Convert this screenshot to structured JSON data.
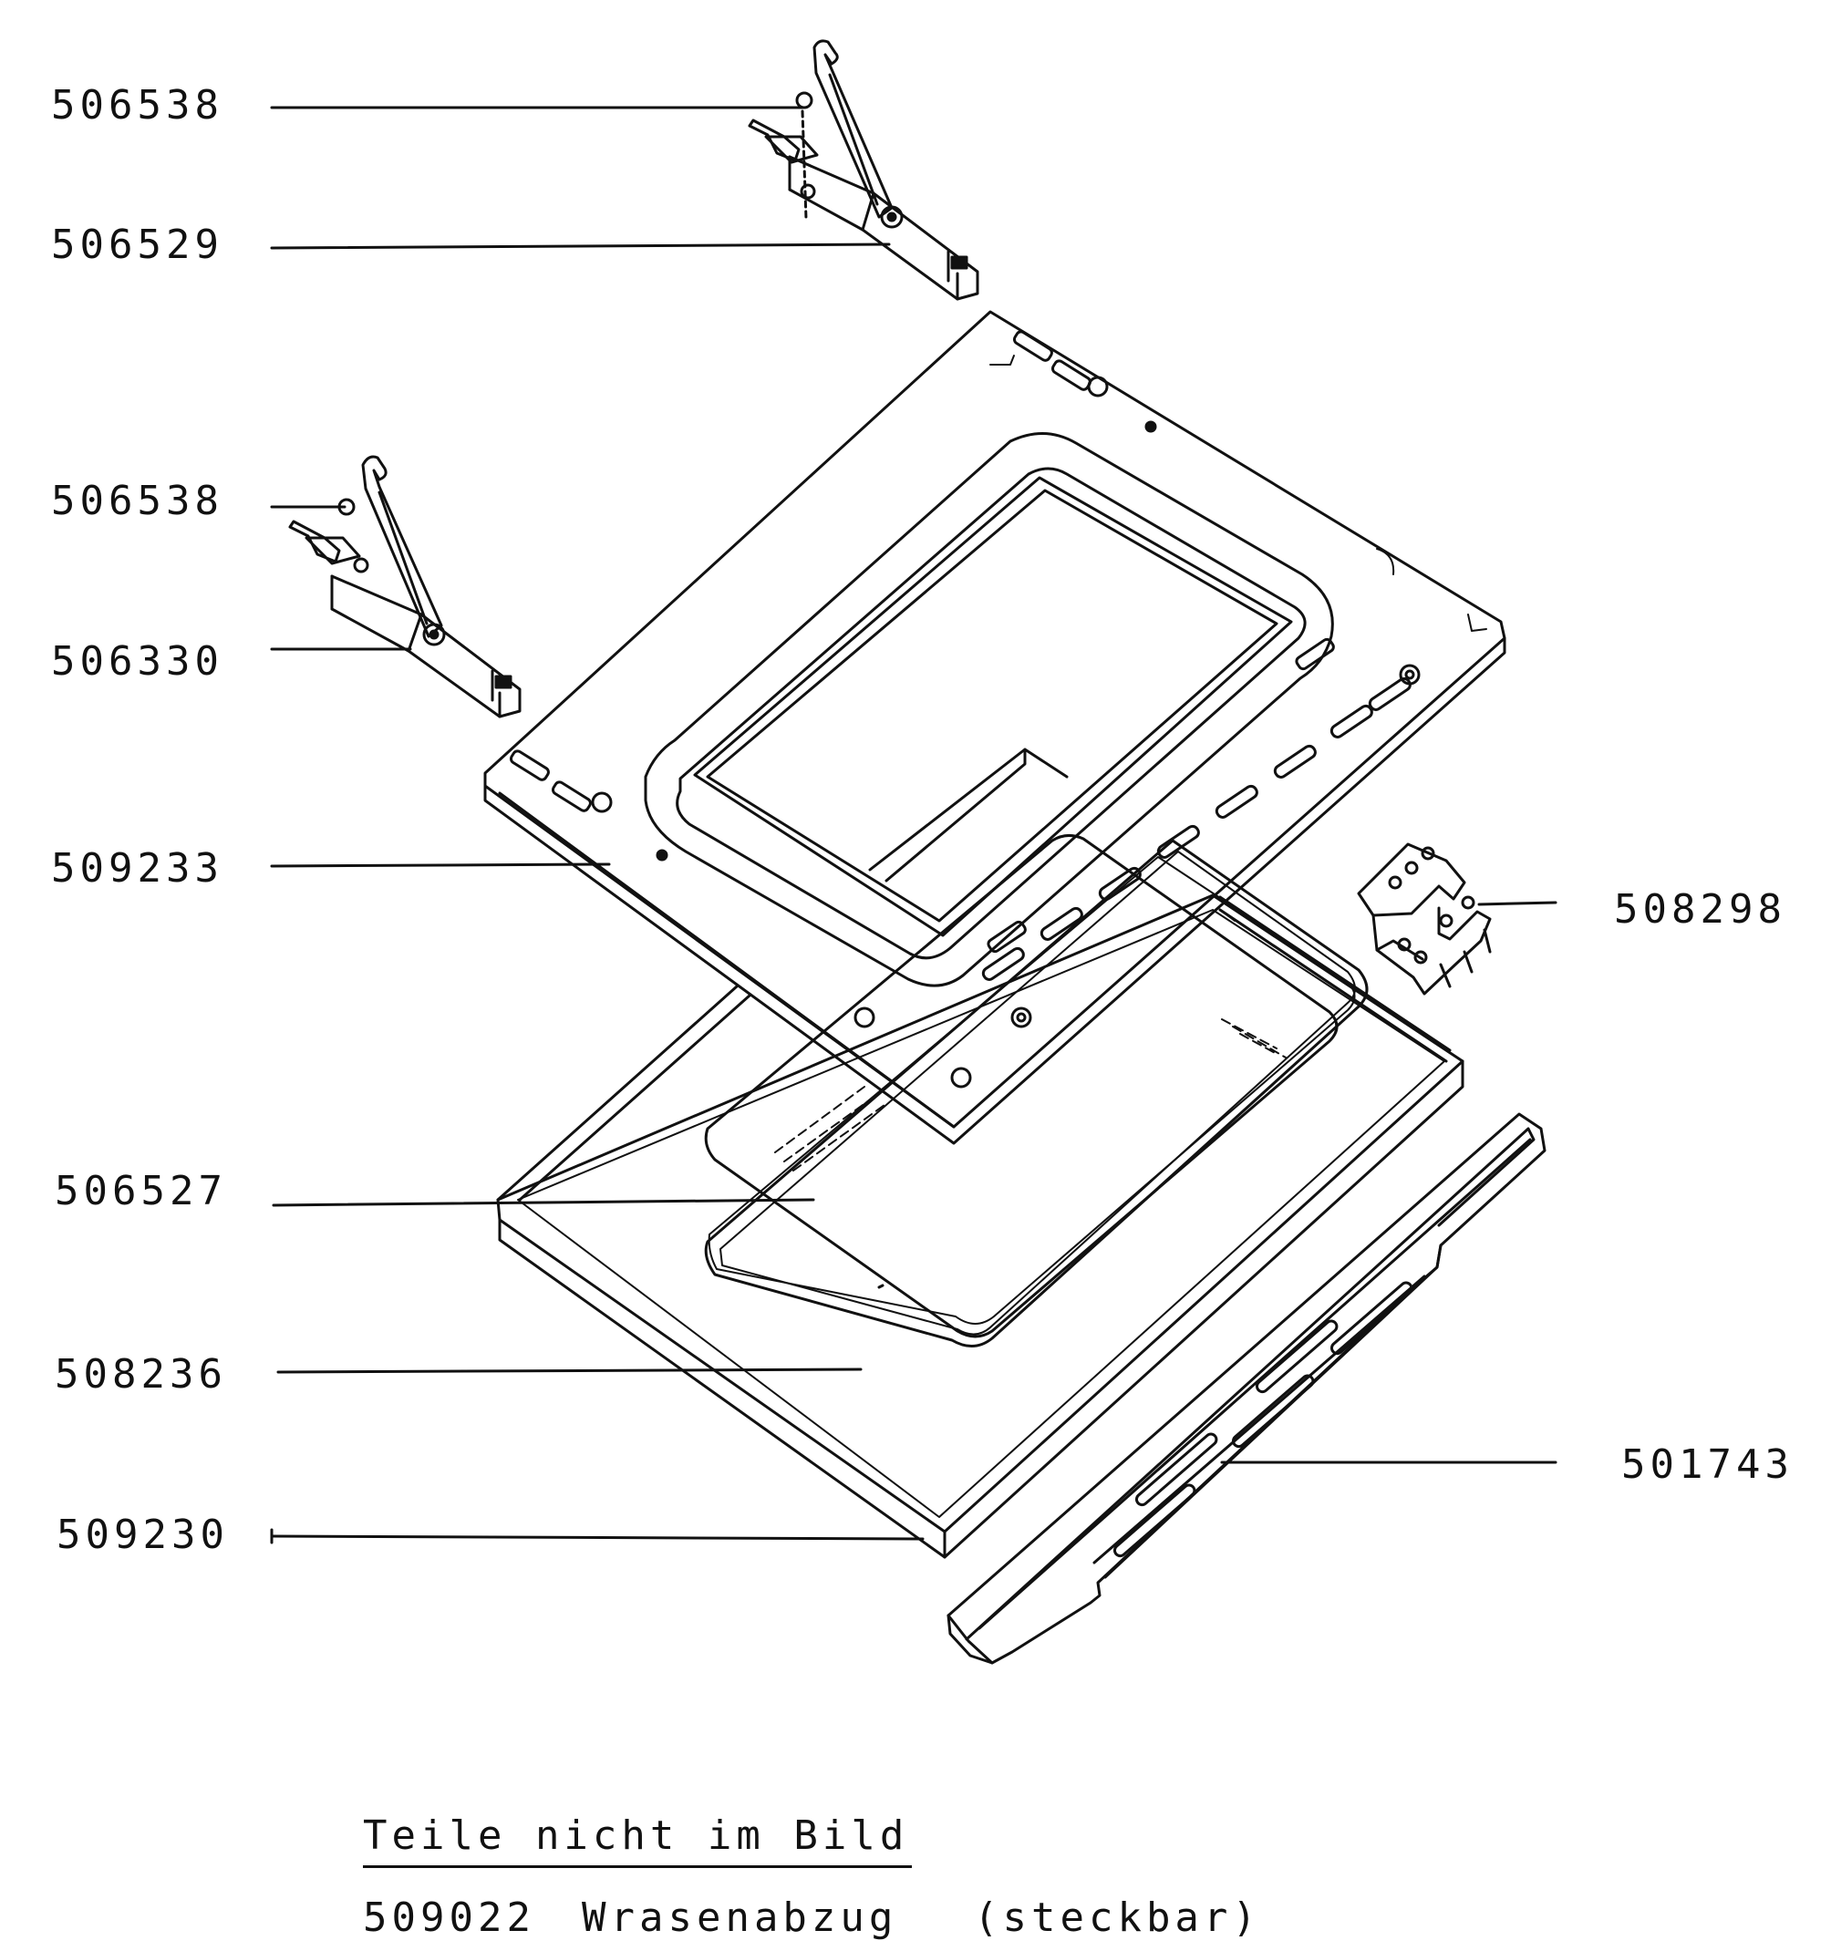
{
  "parts": [
    {
      "id": "p1",
      "number": "506538"
    },
    {
      "id": "p2",
      "number": "506529"
    },
    {
      "id": "p3",
      "number": "506538"
    },
    {
      "id": "p4",
      "number": "506330"
    },
    {
      "id": "p5",
      "number": "509233"
    },
    {
      "id": "p6",
      "number": "508298"
    },
    {
      "id": "p7",
      "number": "506527"
    },
    {
      "id": "p8",
      "number": "508236"
    },
    {
      "id": "p9",
      "number": "501743"
    },
    {
      "id": "p10",
      "number": "509230"
    }
  ],
  "footer": {
    "heading": "Teile nicht im Bild",
    "item": {
      "number": "509022",
      "name": "Wrasenabzug",
      "note": "(steckbar)"
    }
  },
  "colors": {
    "ink": "#111111",
    "paper": "#ffffff"
  }
}
